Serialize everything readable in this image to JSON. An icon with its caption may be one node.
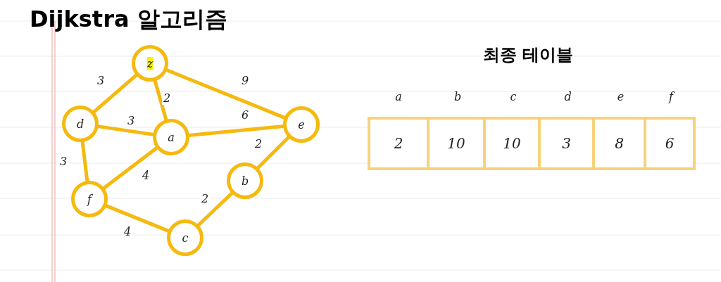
{
  "diagram": {
    "title": "Dijkstra 알고리즘",
    "nodes": [
      {
        "text": [
          "z"
        ]
      },
      {
        "text": [
          "d"
        ]
      },
      {
        "text": [
          "a"
        ]
      },
      {
        "text": [
          "e"
        ]
      },
      {
        "text": [
          "f"
        ]
      },
      {
        "text": [
          "b"
        ]
      },
      {
        "text": [
          "c"
        ]
      }
    ],
    "edges": [
      {
        "from": 0,
        "to": 1,
        "arrow": "none",
        "label": "3"
      },
      {
        "from": 0,
        "to": 2,
        "arrow": "none",
        "label": "2"
      },
      {
        "from": 0,
        "to": 3,
        "arrow": "none",
        "label": "9"
      },
      {
        "from": 1,
        "to": 2,
        "arrow": "none",
        "label": "3"
      },
      {
        "from": 2,
        "to": 3,
        "arrow": "none",
        "label": "6"
      },
      {
        "from": 1,
        "to": 4,
        "arrow": "none",
        "label": "3"
      },
      {
        "from": 2,
        "to": 4,
        "arrow": "none",
        "label": "4"
      },
      {
        "from": 3,
        "to": 5,
        "arrow": "none",
        "label": "2"
      },
      {
        "from": 4,
        "to": 6,
        "arrow": "none",
        "label": "4"
      },
      {
        "from": 6,
        "to": 5,
        "arrow": "none",
        "label": "2"
      }
    ],
    "labels": [
      "최종 테이블",
      "a",
      "b",
      "c",
      "d",
      "e",
      "f",
      "2",
      "10",
      "10",
      "3",
      "8",
      "6"
    ]
  }
}
